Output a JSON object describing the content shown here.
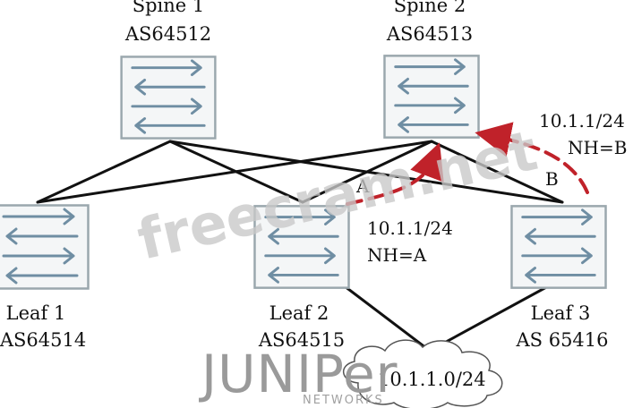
{
  "nodes": {
    "spine1": {
      "name": "Spine 1",
      "as": "AS64512"
    },
    "spine2": {
      "name": "Spine 2",
      "as": "AS64513"
    },
    "leaf1": {
      "name": "Leaf 1",
      "as": "AS64514"
    },
    "leaf2": {
      "name": "Leaf 2",
      "as": "AS64515"
    },
    "leaf3": {
      "name": "Leaf 3",
      "as": "AS 65416"
    }
  },
  "annotations": {
    "route_a_prefix": "10.1.1/24",
    "route_a_nh": "NH=A",
    "route_b_prefix": "10.1.1/24",
    "route_b_nh": "NH=B",
    "link_a": "A",
    "link_b": "B",
    "subnet": "10.1.1.0/24"
  },
  "watermark": "freecram.net",
  "logo": {
    "main": "JUNIPer",
    "sub": "NETWORKS"
  },
  "colors": {
    "device_border": "#9aa7ad",
    "arrow": "#6f8ea3",
    "link": "#111111",
    "route": "#c0222a"
  }
}
